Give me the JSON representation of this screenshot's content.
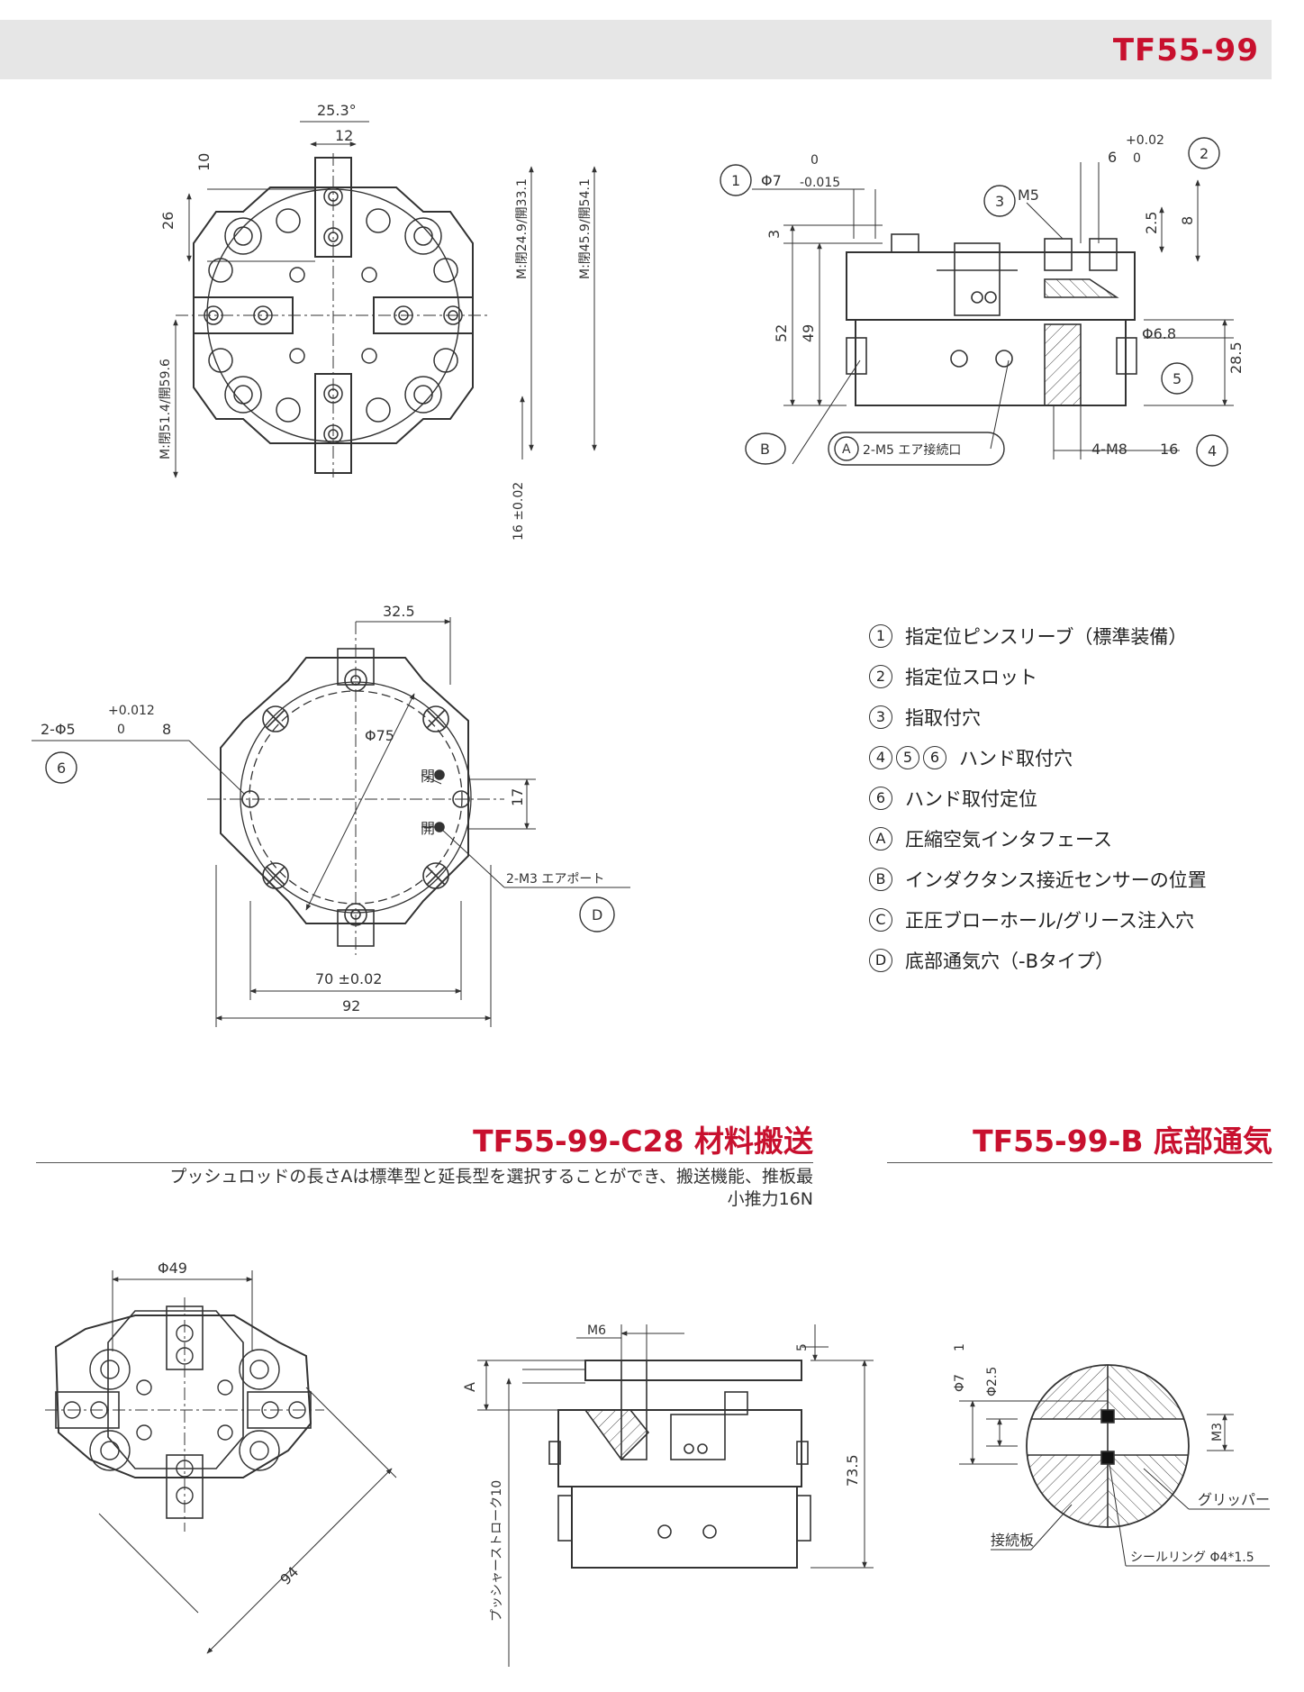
{
  "header": {
    "model": "TF55-99"
  },
  "top_left_view": {
    "dims": {
      "angle": "25.3°",
      "w12": "12",
      "h10": "10",
      "h26": "26",
      "stroke_a": "M:閉24.9/開33.1",
      "stroke_b": "M:閉45.9/開54.1",
      "stroke_c": "M:閉51.4/開59.6",
      "offset": "16 ±0.02"
    }
  },
  "top_right_view": {
    "dims": {
      "phi7": "Φ7",
      "phi7_upper": "0",
      "phi7_lower": "-0.015",
      "m5": "M5",
      "w6": "6",
      "w6_upper": "+0.02",
      "w6_lower": "0",
      "h3": "3",
      "h52": "52",
      "h49": "49",
      "h2_5": "2.5",
      "h8": "8",
      "phi6_8": "Φ6.8",
      "h28_5": "28.5",
      "m8": "4-M8",
      "m8_depth": "16",
      "air_port": "2-M5 エア接続口"
    },
    "callouts": {
      "c1": "1",
      "c2": "2",
      "c3": "3",
      "c4": "4",
      "c5": "5",
      "a": "A",
      "b": "B"
    }
  },
  "bottom_view": {
    "dims": {
      "w32_5": "32.5",
      "phi75": "Φ75",
      "pin": "2-Φ5",
      "pin_upper": "+0.012",
      "pin_lower": "0",
      "pin_depth": "8",
      "closed": "閉",
      "open": "開",
      "h17": "17",
      "m3port": "2-M3 エアポート",
      "w70": "70 ±0.02",
      "w92": "92"
    },
    "callouts": {
      "c6": "6",
      "d": "D"
    }
  },
  "legend": [
    {
      "markers": [
        "1"
      ],
      "text": "指定位ピンスリーブ（標準装備）"
    },
    {
      "markers": [
        "2"
      ],
      "text": "指定位スロット"
    },
    {
      "markers": [
        "3"
      ],
      "text": "指取付穴"
    },
    {
      "markers": [
        "4",
        "5",
        "6"
      ],
      "text": "ハンド取付穴"
    },
    {
      "markers": [
        "6"
      ],
      "text": "ハンド取付定位"
    },
    {
      "markers": [
        "A"
      ],
      "text": "圧縮空気インタフェース"
    },
    {
      "markers": [
        "B"
      ],
      "text": "インダクタンス接近センサーの位置"
    },
    {
      "markers": [
        "C"
      ],
      "text": "正圧ブローホール/グリース注入穴"
    },
    {
      "markers": [
        "D"
      ],
      "text": "底部通気穴（-Bタイプ）"
    }
  ],
  "section_c28": {
    "title": "TF55-99-C28 材料搬送",
    "desc_line1": "プッシュロッドの長さAは標準型と延長型を選択することができ、搬送機能、推板最",
    "desc_line2": "小推力16N",
    "dims": {
      "phi49": "Φ49",
      "d94": "94",
      "m6": "M6",
      "h5": "5",
      "a": "A",
      "h73_5": "73.5",
      "stroke": "プッシャーストローク10"
    }
  },
  "section_b": {
    "title": "TF55-99-B 底部通気",
    "dims": {
      "phi7": "Φ7",
      "depth1": "1",
      "phi2_5": "Φ2.5",
      "m3": "M3"
    },
    "labels": {
      "gripper": "グリッパー",
      "plate": "接続板",
      "seal": "シールリング Φ4*1.5"
    }
  }
}
